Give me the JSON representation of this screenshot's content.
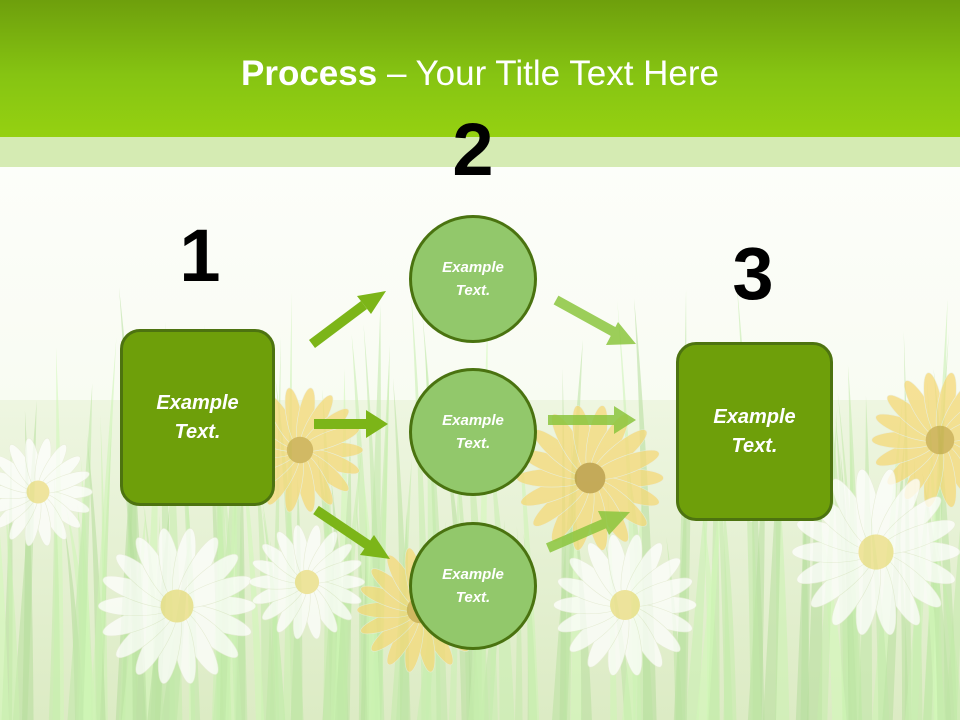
{
  "slide": {
    "title_bold": "Process",
    "title_rest": " – Your Title Text Here"
  },
  "diagram": {
    "step1": {
      "number": "1",
      "text": "Example\nText."
    },
    "step2": {
      "number": "2",
      "circles": [
        {
          "text": "Example\nText."
        },
        {
          "text": "Example\nText."
        },
        {
          "text": "Example\nText."
        }
      ]
    },
    "step3": {
      "number": "3",
      "text": "Example\nText."
    }
  },
  "colors": {
    "header": "#86c412",
    "box_fill": "#6e9f0a",
    "circle_fill": "#92c86b",
    "arrow": "#7cb518"
  }
}
